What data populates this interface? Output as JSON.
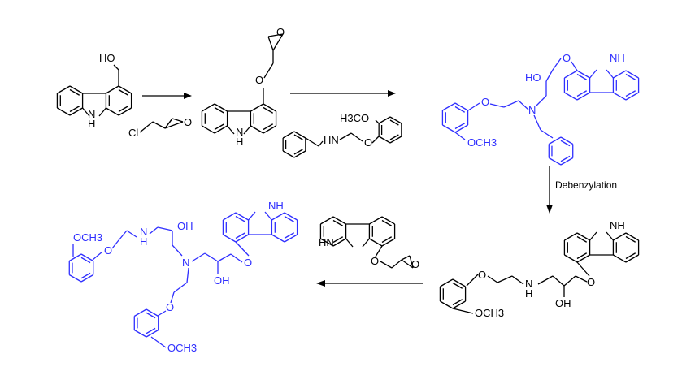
{
  "colors": {
    "product": "#2f2fff",
    "intermediate": "#000000"
  },
  "step1_start": {
    "hydroxy": "HO",
    "n": "N",
    "h": "H"
  },
  "reagent1": {
    "cl": "Cl",
    "o": "O"
  },
  "step1_product": {
    "o": "O",
    "epox_o": "O",
    "n": "N",
    "h": "H"
  },
  "reagent2": {
    "h3co": "H3CO",
    "hn": "HN",
    "o": "O"
  },
  "benzyl_carvedilol": {
    "ho": "HO",
    "n": "N",
    "nh": "NH",
    "o1": "O",
    "o2": "O",
    "och3": "OCH3"
  },
  "step_label": "Debenzylation",
  "carvedilol": {
    "nh": "NH",
    "o1": "O",
    "o2": "O",
    "n": "N",
    "h": "H",
    "oh": "OH",
    "och3": "OCH3"
  },
  "reagent3": {
    "hn": "HN",
    "o": "O",
    "epox_o": "O"
  },
  "impurity": {
    "nh": "NH",
    "o1": "O",
    "oh1": "OH",
    "oh2": "OH",
    "n": "N",
    "h": "H",
    "hn_n": "N",
    "o2": "O",
    "o3": "O",
    "och3_1": "OCH3",
    "och3_2": "OCH3"
  }
}
